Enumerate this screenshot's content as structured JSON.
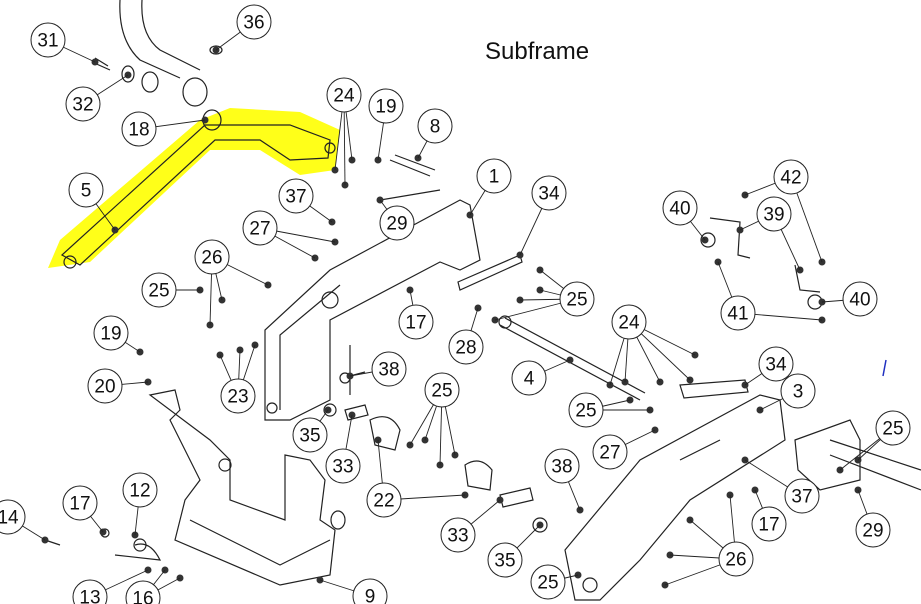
{
  "title": "Subframe",
  "highlight_color": "#ffff00",
  "highlighted_part": "5",
  "callouts": [
    "36",
    "31",
    "32",
    "18",
    "24",
    "19",
    "8",
    "5",
    "37",
    "1",
    "34",
    "29",
    "27",
    "26",
    "25",
    "17",
    "25",
    "42",
    "39",
    "40",
    "40",
    "41",
    "19",
    "28",
    "24",
    "38",
    "20",
    "23",
    "4",
    "34",
    "3",
    "25",
    "35",
    "33",
    "25",
    "27",
    "22",
    "25",
    "38",
    "37",
    "17",
    "29",
    "17",
    "12",
    "14",
    "33",
    "35",
    "26",
    "25",
    "13",
    "16",
    "9"
  ]
}
